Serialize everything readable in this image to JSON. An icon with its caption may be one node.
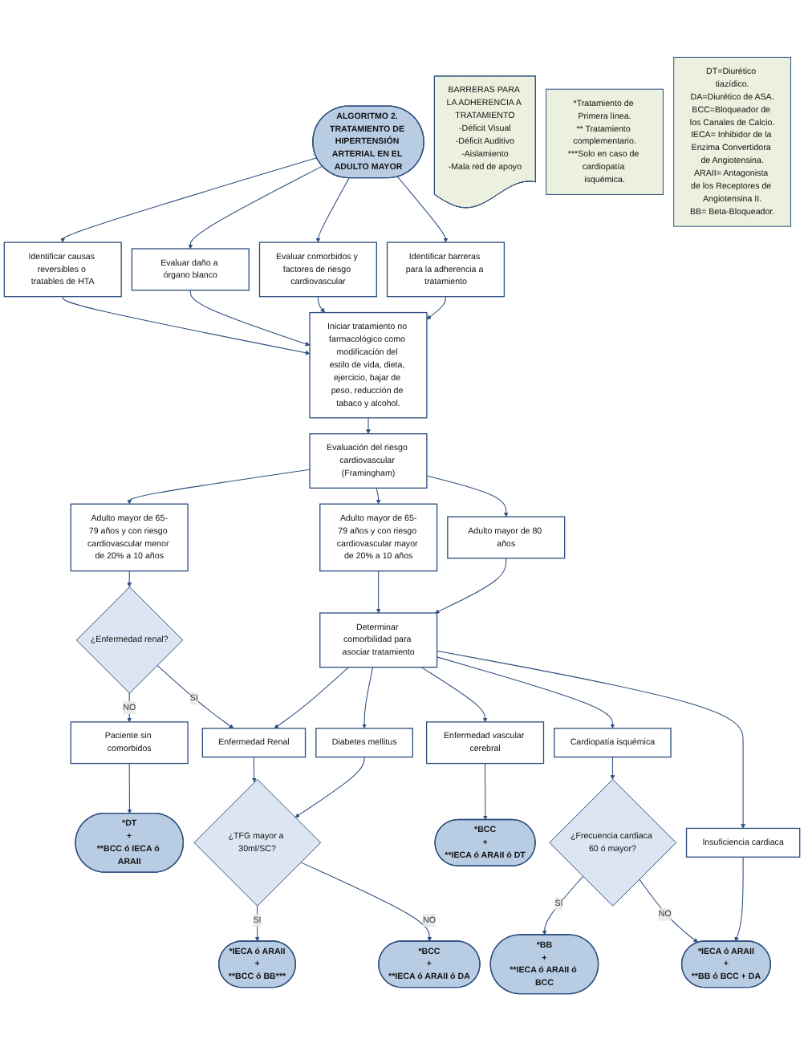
{
  "diagram": {
    "nodes": [
      {
        "text": [
          "ALGORITMO 2. TRATAMIENTO DE HIPERTENSIÓN ARTERIAL EN EL ADULTO MAYOR"
        ]
      },
      {
        "text": [
          "Identificar causas reversibles o tratables de HTA"
        ]
      },
      {
        "text": [
          "Evaluar daño a órgano blanco"
        ]
      },
      {
        "text": [
          "Evaluar comorbidos y factores de riesgo cardiovascular"
        ]
      },
      {
        "text": [
          "Identificar barreras para la adherencia a tratamiento"
        ]
      },
      {
        "text": [
          "Iniciar tratamiento no farmacológico como modificación del estilo de vida, dieta, ejercicio, bajar de peso, reducción de tabaco y alcohol."
        ]
      },
      {
        "text": [
          "BARRERAS PARA LA ADHERENCIA A TRATAMIENTO",
          "-Déficit Visual",
          "-Déficit Auditivo",
          "-Aislamiento",
          "-Mala red de apoyo"
        ]
      },
      {
        "text": [
          "Evaluación del riesgo cardiovascular (Framingham)"
        ]
      },
      {
        "text": [
          "Adulto mayor de 65-79 años y con riesgo cardiovascular menor de 20% a 10 años"
        ]
      },
      {
        "text": [
          "Adulto mayor de 65-79 años y con riesgo cardiovascular mayor de 20% a 10 años"
        ]
      },
      {
        "text": [
          "Adulto mayor de 80 años"
        ]
      },
      {
        "text": [
          "¿Enfermedad renal?"
        ]
      },
      {
        "text": [
          "Determinar comorbilidad para asociar tratamiento"
        ]
      },
      {
        "text": [
          "Paciente sin comorbidos"
        ]
      },
      {
        "text": [
          "Enfermedad Renal"
        ]
      },
      {
        "text": [
          "Diabetes mellitus"
        ]
      },
      {
        "text": [
          "Enfermedad vascular cerebral"
        ]
      },
      {
        "text": [
          "Cardiopatía isquémica"
        ]
      },
      {
        "text": [
          "Insuficiencia cardiaca"
        ]
      },
      {
        "text": [
          "¿TFG mayor a 30ml/SC?"
        ]
      },
      {
        "text": [
          "¿Frecuencia cardiaca 60 ó mayor?"
        ]
      },
      {
        "text": [
          "*DT",
          "+",
          "**BCC ó IECA ó ARAII"
        ]
      },
      {
        "text": [
          "*IECA ó ARAII",
          "+",
          "**BCC ó BB***"
        ]
      },
      {
        "text": [
          "*BCC",
          "+",
          "**IECA ó ARAII ó DA"
        ]
      },
      {
        "text": [
          "*BCC",
          "+",
          "**IECA ó ARAII ó DT"
        ]
      },
      {
        "text": [
          "*BB",
          "+",
          "**IECA ó ARAII ó BCC"
        ]
      },
      {
        "text": [
          "*IECA ó ARAII",
          "+",
          "**BB ó BCC + DA"
        ]
      },
      {
        "text": [
          "*Tratamiento de Primera línea.",
          "** Tratamiento complementario.",
          "***Solo en caso de cardiopatía isquémica."
        ]
      },
      {
        "text": [
          "DT=Diurético tiazídico.",
          "DA=Diurético de ASA.",
          "BCC=Bloqueador de los Canales de Calcio.",
          "IECA= Inhibidor de la Enzima Convertidora de Angiotensina.",
          "ARAII= Antagonista de los Receptores de Angiotensina II.",
          "BB= Beta-Bloqueador."
        ]
      }
    ],
    "edges": [
      {
        "from": 0,
        "to": 1,
        "arrow": "to"
      },
      {
        "from": 0,
        "to": 2,
        "arrow": "to"
      },
      {
        "from": 0,
        "to": 3,
        "arrow": "to"
      },
      {
        "from": 0,
        "to": 4,
        "arrow": "to"
      },
      {
        "from": 1,
        "to": 5,
        "arrow": "to"
      },
      {
        "from": 2,
        "to": 5,
        "arrow": "to"
      },
      {
        "from": 3,
        "to": 5,
        "arrow": "to"
      },
      {
        "from": 4,
        "to": 5,
        "arrow": "to"
      },
      {
        "from": 5,
        "to": 7,
        "arrow": "to"
      },
      {
        "from": 7,
        "to": 8,
        "arrow": "to"
      },
      {
        "from": 7,
        "to": 9,
        "arrow": "to"
      },
      {
        "from": 7,
        "to": 10,
        "arrow": "to"
      },
      {
        "from": 8,
        "to": 11,
        "arrow": "to"
      },
      {
        "from": 9,
        "to": 12,
        "arrow": "to"
      },
      {
        "from": 10,
        "to": 12,
        "arrow": "to"
      },
      {
        "from": 11,
        "to": 13,
        "arrow": "to",
        "label": "NO"
      },
      {
        "from": 11,
        "to": 14,
        "arrow": "to",
        "label": "SI"
      },
      {
        "from": 12,
        "to": 14,
        "arrow": "to"
      },
      {
        "from": 12,
        "to": 15,
        "arrow": "to"
      },
      {
        "from": 12,
        "to": 16,
        "arrow": "to"
      },
      {
        "from": 12,
        "to": 17,
        "arrow": "to"
      },
      {
        "from": 12,
        "to": 18,
        "arrow": "to"
      },
      {
        "from": 14,
        "to": 19,
        "arrow": "to"
      },
      {
        "from": 15,
        "to": 19,
        "arrow": "to"
      },
      {
        "from": 19,
        "to": 22,
        "arrow": "to",
        "label": "SI"
      },
      {
        "from": 19,
        "to": 23,
        "arrow": "to",
        "label": "NO"
      },
      {
        "from": 13,
        "to": 21,
        "arrow": "to"
      },
      {
        "from": 16,
        "to": 24,
        "arrow": "to"
      },
      {
        "from": 17,
        "to": 20,
        "arrow": "to"
      },
      {
        "from": 20,
        "to": 25,
        "arrow": "to",
        "label": "SI"
      },
      {
        "from": 20,
        "to": 26,
        "arrow": "to",
        "label": "NO"
      },
      {
        "from": 18,
        "to": 26,
        "arrow": "to"
      }
    ]
  }
}
